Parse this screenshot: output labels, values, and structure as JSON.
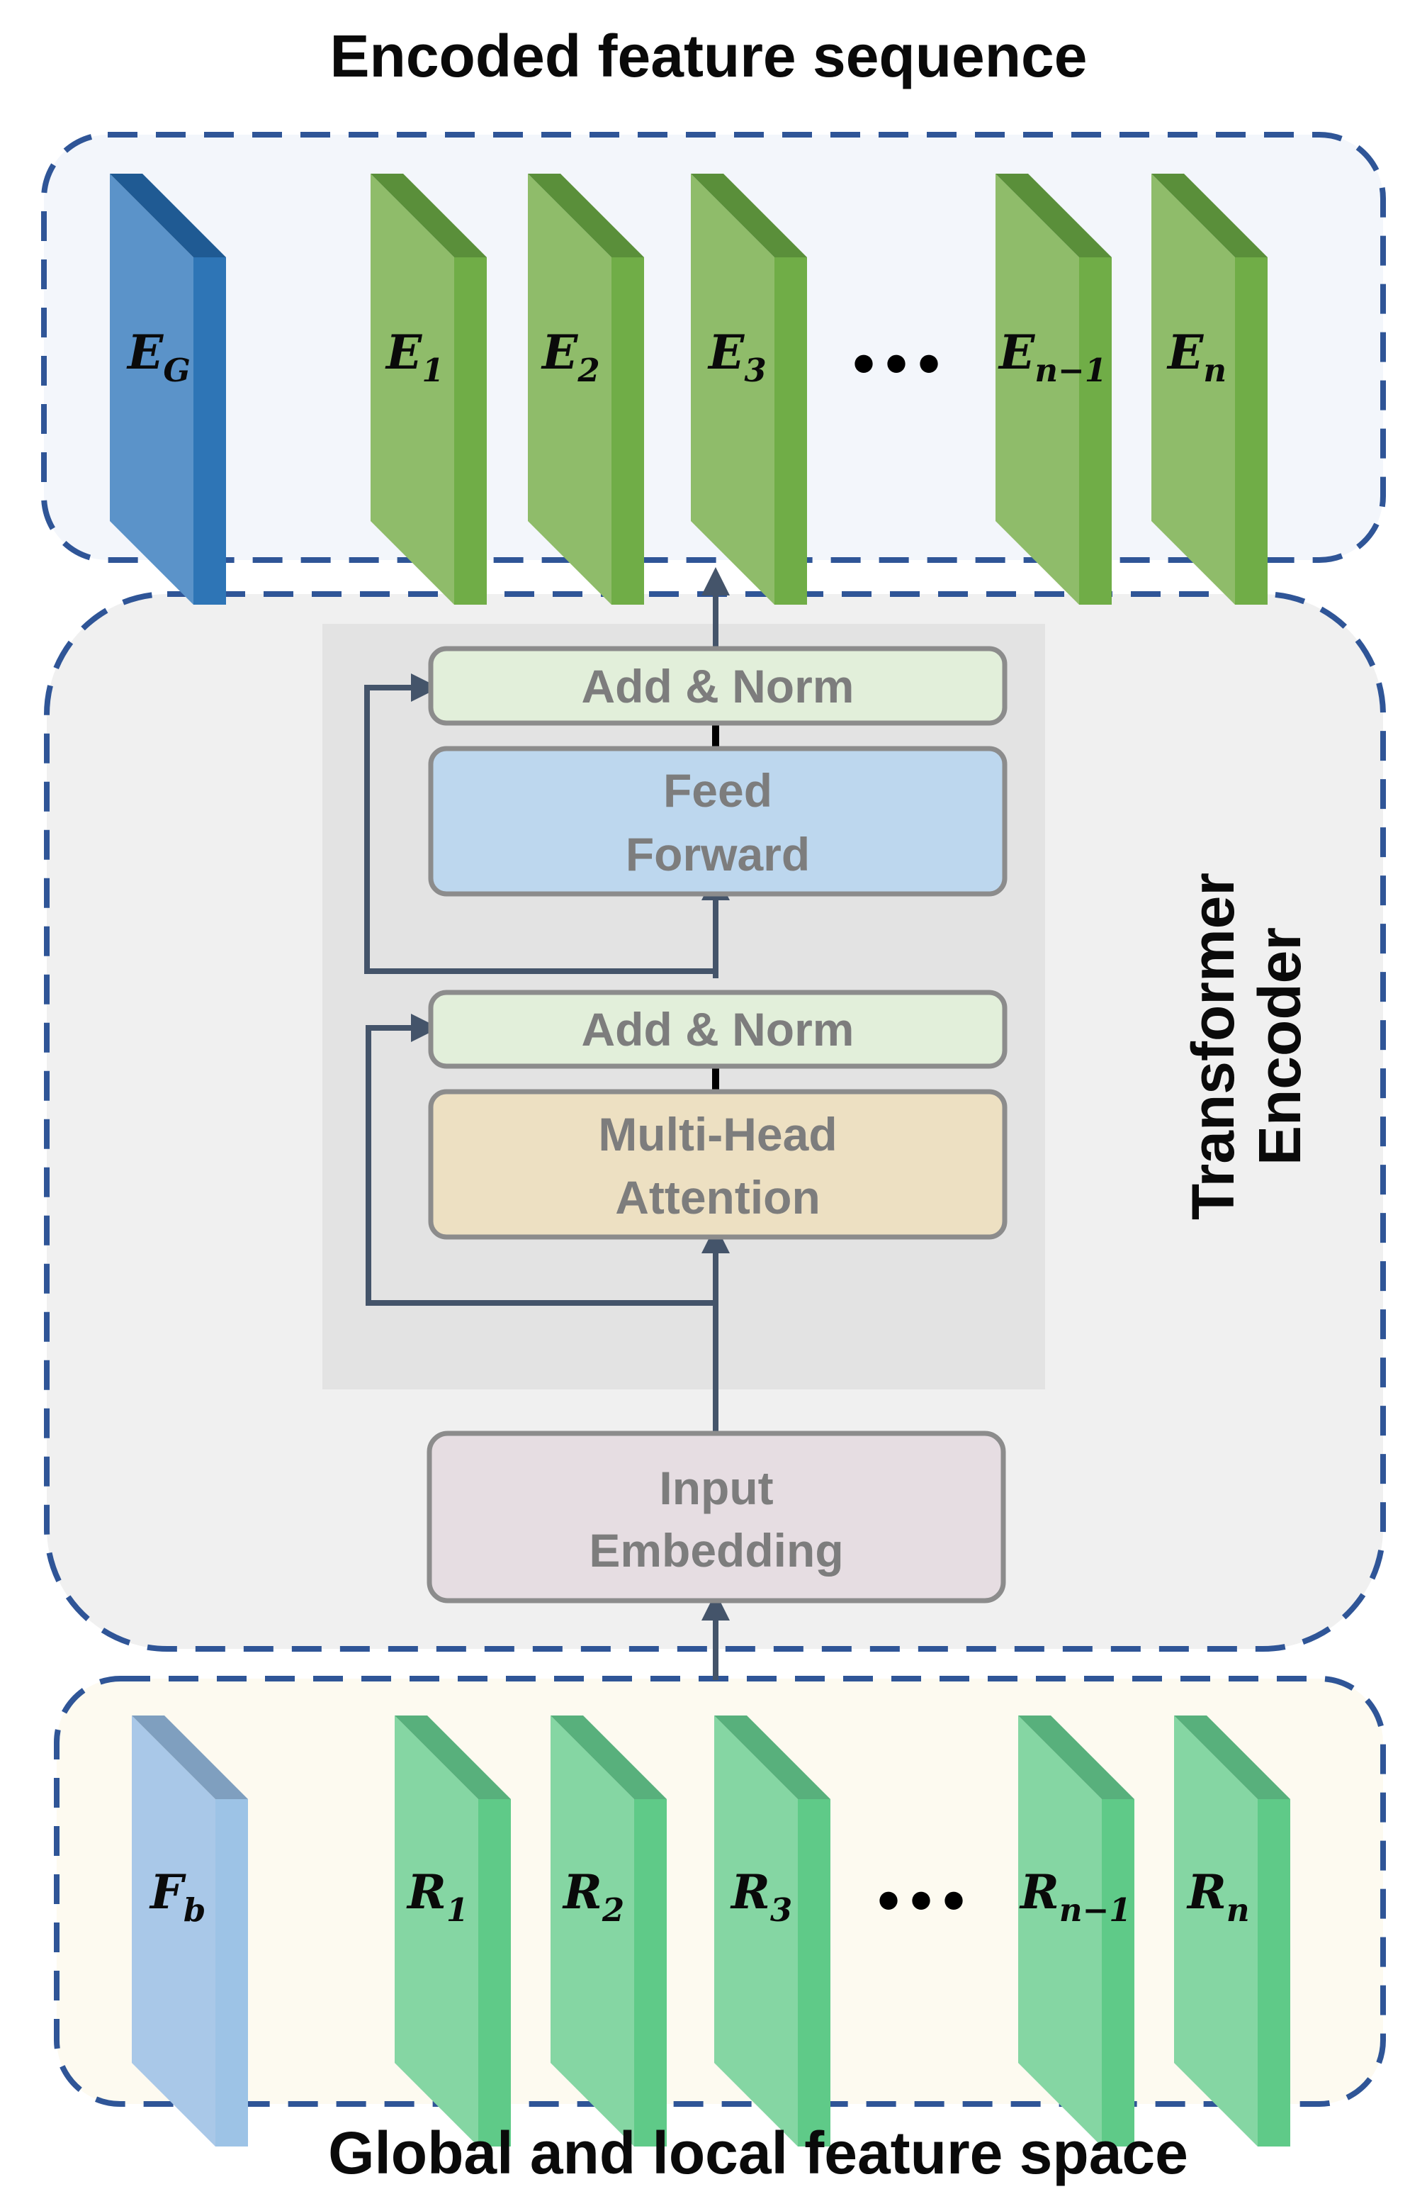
{
  "titles": {
    "top": "Encoded feature sequence",
    "bottom": "Global and local feature space"
  },
  "encoder": {
    "label_line1": "Transformer",
    "label_line2": "Encoder",
    "add_norm_top": "Add & Norm",
    "feed_forward_line1": "Feed",
    "feed_forward_line2": "Forward",
    "add_norm_bottom": "Add & Norm",
    "attention_line1": "Multi-Head",
    "attention_line2": "Attention",
    "input_embedding_line1": "Input",
    "input_embedding_line2": "Embedding"
  },
  "encoded_sequence": {
    "global": {
      "base": "E",
      "sub": "G"
    },
    "items": [
      {
        "base": "E",
        "sub": "1"
      },
      {
        "base": "E",
        "sub": "2"
      },
      {
        "base": "E",
        "sub": "3"
      },
      {
        "base": "E",
        "sub": "n−1"
      },
      {
        "base": "E",
        "sub": "n"
      }
    ],
    "ellipsis": "•••"
  },
  "feature_space": {
    "global": {
      "base": "F",
      "sub": "b"
    },
    "items": [
      {
        "base": "R",
        "sub": "1"
      },
      {
        "base": "R",
        "sub": "2"
      },
      {
        "base": "R",
        "sub": "3"
      },
      {
        "base": "R",
        "sub": "n−1"
      },
      {
        "base": "R",
        "sub": "n"
      }
    ],
    "ellipsis": "•••"
  },
  "colors": {
    "dashed_border": "#2f5597",
    "top_panel_bg": "#f3f6fb",
    "middle_panel_bg": "#f0f0f0",
    "bottom_panel_bg": "#fdfaf0",
    "inner_block_bg": "#e3e3e3",
    "arrow": "#44546a",
    "add_norm_fill": "#e2efda",
    "feed_forward_fill": "#bdd7ee",
    "attention_fill": "#ede0c2",
    "embedding_fill": "#e6dde2",
    "box_stroke": "#8c8c8c",
    "e_global_front": "#5b93c9",
    "e_global_side": "#2e75b6",
    "e_global_top": "#1f5a93",
    "e_green_front": "#8fbc6a",
    "e_green_side": "#70ad47",
    "e_green_top": "#5a8f3a",
    "f_global_front": "#a9c8e8",
    "f_global_side": "#9dc3e6",
    "f_global_top": "#7f9fbf",
    "r_front": "#85d6a3",
    "r_side": "#5fca88",
    "r_top": "#58b07c"
  }
}
